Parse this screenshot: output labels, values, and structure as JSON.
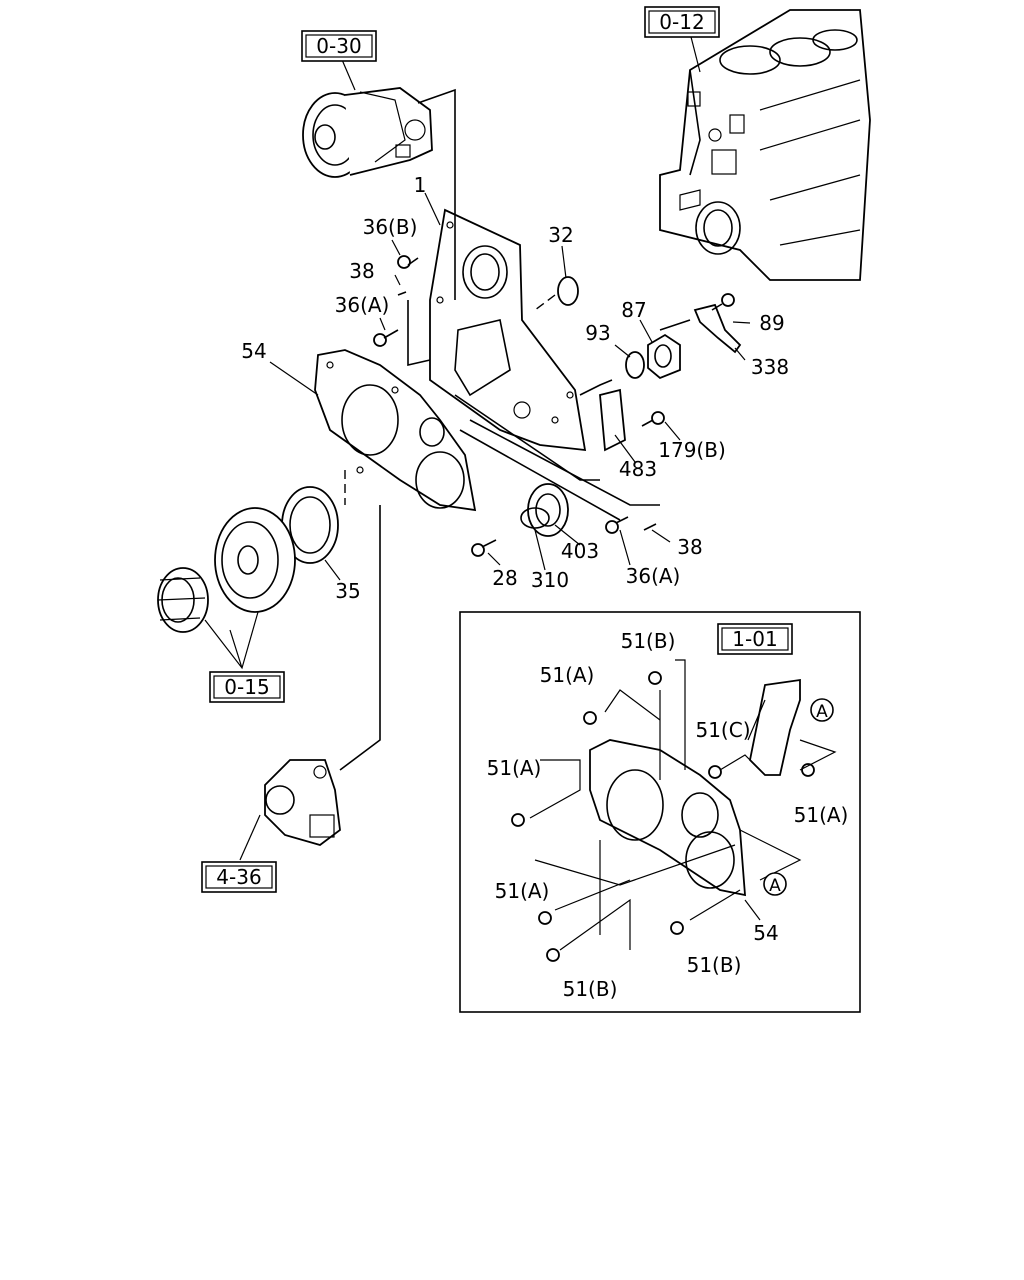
{
  "references": {
    "compressor": "0-30",
    "cylinder_block": "0-12",
    "pulleys": "0-15",
    "pump": "4-36",
    "inset": "1-01"
  },
  "callouts": {
    "p1": "1",
    "p36b": "36(B)",
    "p38_top": "38",
    "p36a_top": "36(A)",
    "p54": "54",
    "p32": "32",
    "p87": "87",
    "p89": "89",
    "p93": "93",
    "p338": "338",
    "p179b": "179(B)",
    "p483": "483",
    "p403": "403",
    "p38_bottom": "38",
    "p28": "28",
    "p310": "310",
    "p36a_bottom": "36(A)",
    "p35": "35"
  },
  "inset": {
    "c51b_top": "51(B)",
    "c51a_top": "51(A)",
    "c51c": "51(C)",
    "c51a_left": "51(A)",
    "c51a_right": "51(A)",
    "c51a_lower": "51(A)",
    "c51b_right": "51(B)",
    "c51b_bottom": "51(B)",
    "c54": "54",
    "marker_a_top": "A",
    "marker_a_bottom": "A"
  }
}
